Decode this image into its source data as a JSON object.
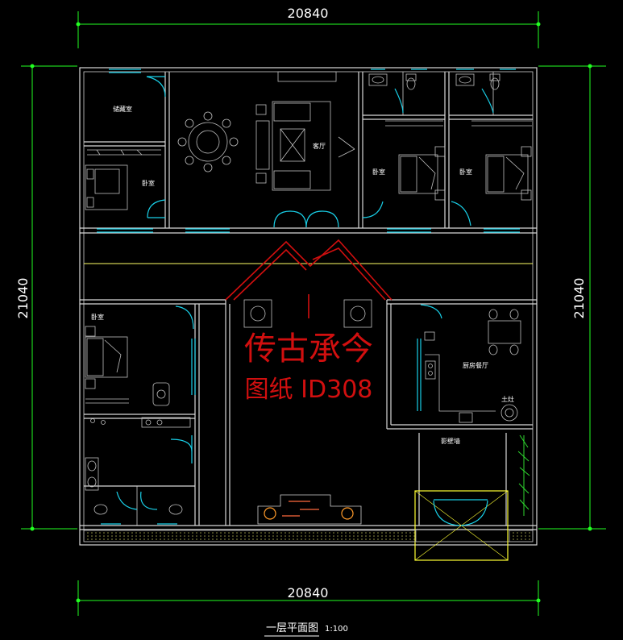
{
  "dimensions": {
    "top": "20840",
    "bottom": "20840",
    "left": "21040",
    "right": "21040"
  },
  "rooms": {
    "storage": "储藏室",
    "living": "客厅",
    "bed_nw": "卧室",
    "bed_n2": "卧室",
    "bed_n3": "卧室",
    "bed_sw": "卧室",
    "kitchen": "厨房餐厅",
    "stove": "土灶",
    "wall": "影壁墙"
  },
  "watermark": {
    "brand": "传古承今",
    "id": "图纸 ID308"
  },
  "caption": {
    "title": "一层平面图",
    "scale": "1:100"
  },
  "colors": {
    "background": "#000000",
    "walls": "#d8d8d8",
    "dimension_lines": "#22ff22",
    "doors_windows": "#19d0e8",
    "watermark": "#d10f0f",
    "axis_line": "#ffff66",
    "entrance_frame": "#ffff33"
  }
}
